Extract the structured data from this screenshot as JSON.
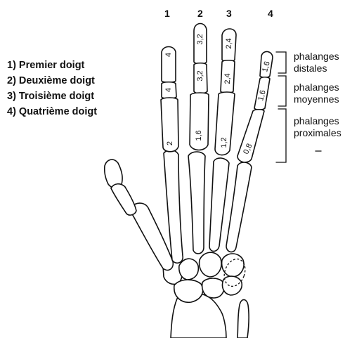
{
  "legend": [
    "1) Premier doigt",
    "2) Deuxième doigt",
    "3) Troisième doigt",
    "4) Quatrième doigt"
  ],
  "finger_numbers": [
    "1",
    "2",
    "3",
    "4"
  ],
  "regions": {
    "distal": [
      "phalanges",
      "distales"
    ],
    "middle": [
      "phalanges",
      "moyennes"
    ],
    "proximal": [
      "phalanges",
      "proximales"
    ]
  },
  "segment_labels": {
    "f1": [
      "4",
      "4",
      "2"
    ],
    "f2": [
      "3,2",
      "3,2",
      "1,6"
    ],
    "f3": [
      "2,4",
      "2,4",
      "1,2"
    ],
    "f4": [
      "1,6",
      "1,6",
      "0,8"
    ]
  }
}
